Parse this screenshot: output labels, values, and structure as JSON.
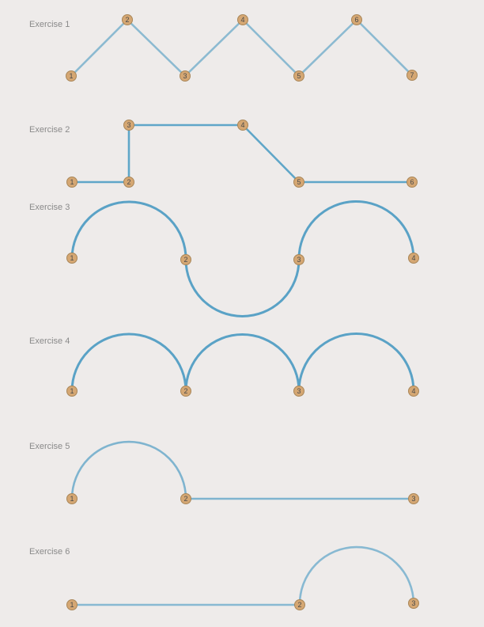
{
  "exercises": [
    {
      "title": "Exercise 1",
      "nodes": [
        "1",
        "2",
        "3",
        "4",
        "5",
        "6",
        "7"
      ],
      "segments": [
        "line",
        "line",
        "line",
        "line",
        "line",
        "line"
      ],
      "line_color": "#8cbad1"
    },
    {
      "title": "Exercise 2",
      "nodes": [
        "1",
        "2",
        "3",
        "4",
        "5",
        "6"
      ],
      "segments": [
        "line",
        "line",
        "line",
        "line",
        "line"
      ],
      "line_color": "#5fa6c8"
    },
    {
      "title": "Exercise 3",
      "nodes": [
        "1",
        "2",
        "3",
        "4"
      ],
      "segments": [
        "arc-up",
        "arc-down",
        "arc-up"
      ],
      "line_color": "#5aa2c6"
    },
    {
      "title": "Exercise 4",
      "nodes": [
        "1",
        "2",
        "3",
        "4"
      ],
      "segments": [
        "arc-up",
        "arc-up",
        "arc-up"
      ],
      "line_color": "#5aa2c6"
    },
    {
      "title": "Exercise 5",
      "nodes": [
        "1",
        "2",
        "3"
      ],
      "segments": [
        "arc-up",
        "line"
      ],
      "line_color": "#7fb4cf"
    },
    {
      "title": "Exercise 6",
      "nodes": [
        "1",
        "2",
        "3"
      ],
      "segments": [
        "line",
        "arc-up"
      ],
      "line_color": "#88b9d2"
    }
  ],
  "colors": {
    "background": "#eeebea",
    "node_fill": "#d5a773",
    "node_stroke": "#a98658",
    "label_text": "#8a8a8a"
  }
}
